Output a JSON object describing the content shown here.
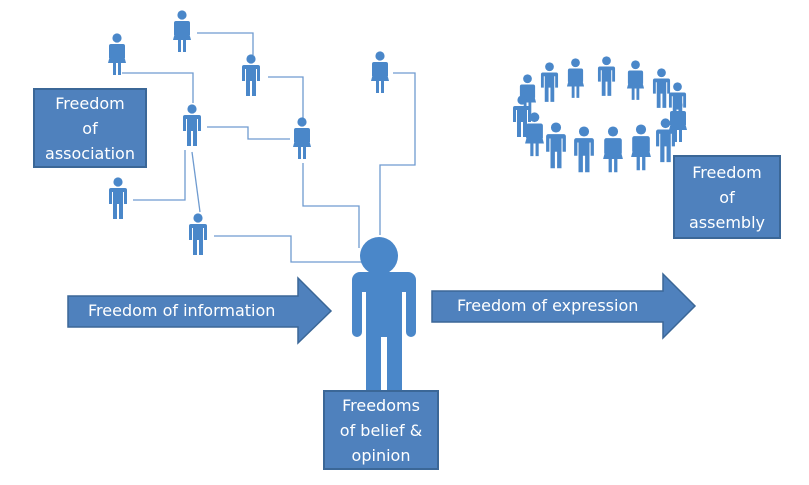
{
  "labels": {
    "association": "Freedom\nof\nassociation",
    "assembly": "Freedom\nof\nassembly",
    "belief": "Freedoms\nof belief &\nopinion",
    "information": "Freedom of information",
    "expression": "Freedom of expression"
  },
  "colors": {
    "box": "#4f81bd",
    "figure": "#4a87c9",
    "line": "#6f9bd0"
  }
}
